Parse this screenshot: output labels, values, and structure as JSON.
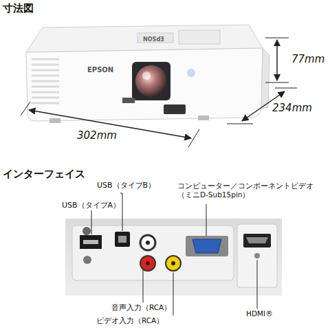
{
  "diagram": {
    "title": "寸法図",
    "labels": [
      "インターフェイス",
      "77mm",
      "234mm",
      "302mm",
      "EPSON",
      "EPSON",
      "USB（タイプB）",
      "USB（タイプA）",
      "コンピューター／コンポーネントビデオ （ミニD-Sub15pin）",
      "音声入力（RCA）",
      "ビデオ入力（RCA）",
      "HDMI®"
    ]
  }
}
